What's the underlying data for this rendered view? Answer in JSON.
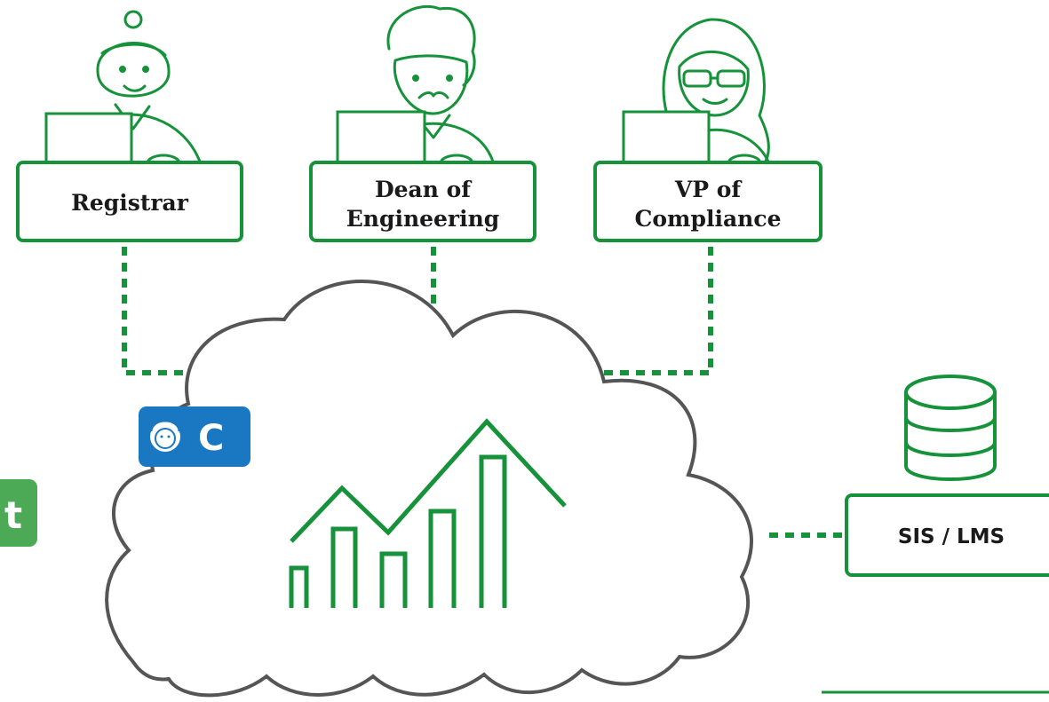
{
  "colors": {
    "accent_green": "#15923a",
    "cloud_outline": "#555555",
    "badge_blue": "#1a78c2",
    "edge_badge_green": "#4caa56",
    "text": "#1a1a1a"
  },
  "roles": [
    {
      "lines": [
        "Registrar"
      ],
      "icon": "person-with-bun-icon"
    },
    {
      "lines": [
        "Dean of",
        "Engineering"
      ],
      "icon": "person-with-mustache-icon"
    },
    {
      "lines": [
        "VP of",
        "Compliance"
      ],
      "icon": "person-with-glasses-icon"
    }
  ],
  "system": {
    "label": "SIS / LMS",
    "icon": "database-icon"
  },
  "badge": {
    "letter": "C",
    "icon": "avatar-icon"
  },
  "edge_badge": {
    "letter": "t"
  },
  "cloud": {
    "icon": "growth-chart-icon"
  }
}
